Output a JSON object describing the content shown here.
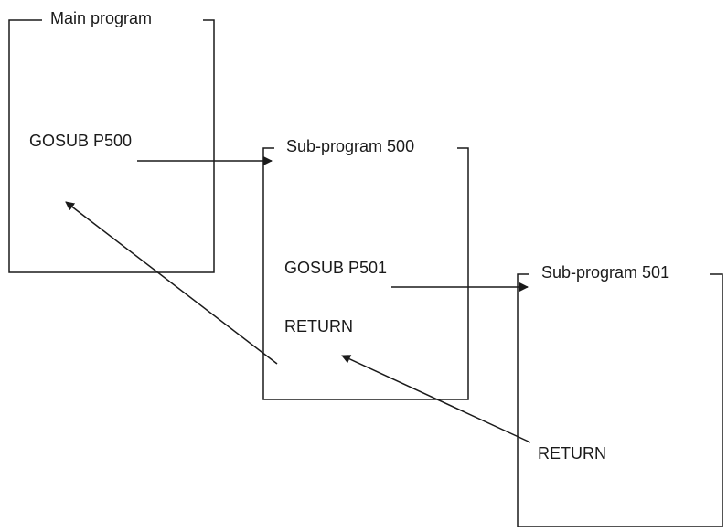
{
  "boxes": [
    {
      "id": "main",
      "title": "Main program"
    },
    {
      "id": "sub500",
      "title": "Sub-program 500"
    },
    {
      "id": "sub501",
      "title": "Sub-program 501"
    }
  ],
  "statements": {
    "main_gosub": "GOSUB P500",
    "sub500_gosub": "GOSUB P501",
    "sub500_return": "RETURN",
    "sub501_return": "RETURN"
  },
  "colors": {
    "stroke": "#1a1a1a",
    "background": "#ffffff"
  }
}
